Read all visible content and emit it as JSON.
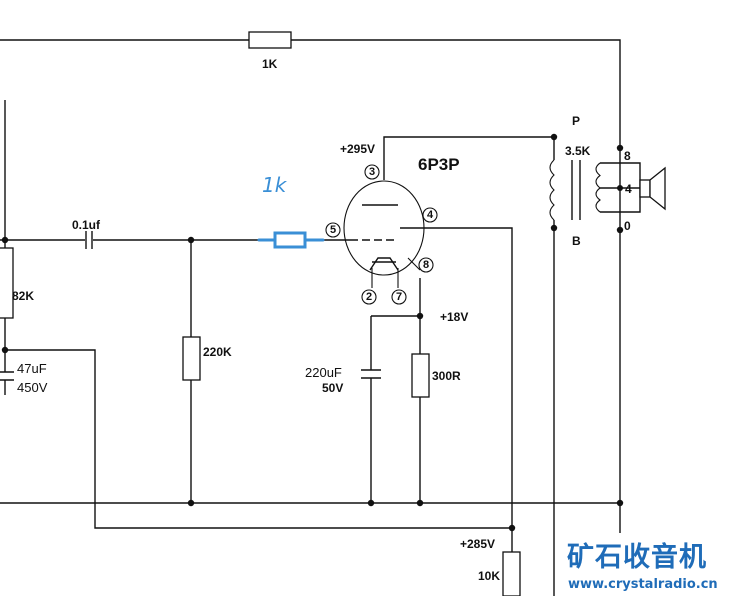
{
  "tube": {
    "name": "6P3P"
  },
  "pins": {
    "p3": "3",
    "p4": "4",
    "p5": "5",
    "p2": "2",
    "p7": "7",
    "p8": "8"
  },
  "voltages": {
    "plate": "+295V",
    "cathode": "+18V",
    "screen_supply": "+285V"
  },
  "components": {
    "r_feedback": "1K",
    "c_coupling": "0.1uf",
    "r_82k": "82K",
    "c_47": {
      "value": "47uF",
      "voltage": "450V"
    },
    "r_grid": "220K",
    "c_cathode": {
      "value": "220uF",
      "voltage": "50V"
    },
    "r_cathode": "300R",
    "r_10k": "10K",
    "transformer": {
      "primary_top": "P",
      "impedance": "3.5K",
      "primary_bottom": "B"
    },
    "speaker_taps": {
      "t8": "8",
      "t4": "4",
      "t0": "0"
    }
  },
  "annotation": {
    "handwritten": "1k",
    "color": "#3a8fd6"
  },
  "watermark": {
    "cn": "矿石收音机",
    "url": "www.crystalradio.cn",
    "color": "#1f6cb8"
  }
}
